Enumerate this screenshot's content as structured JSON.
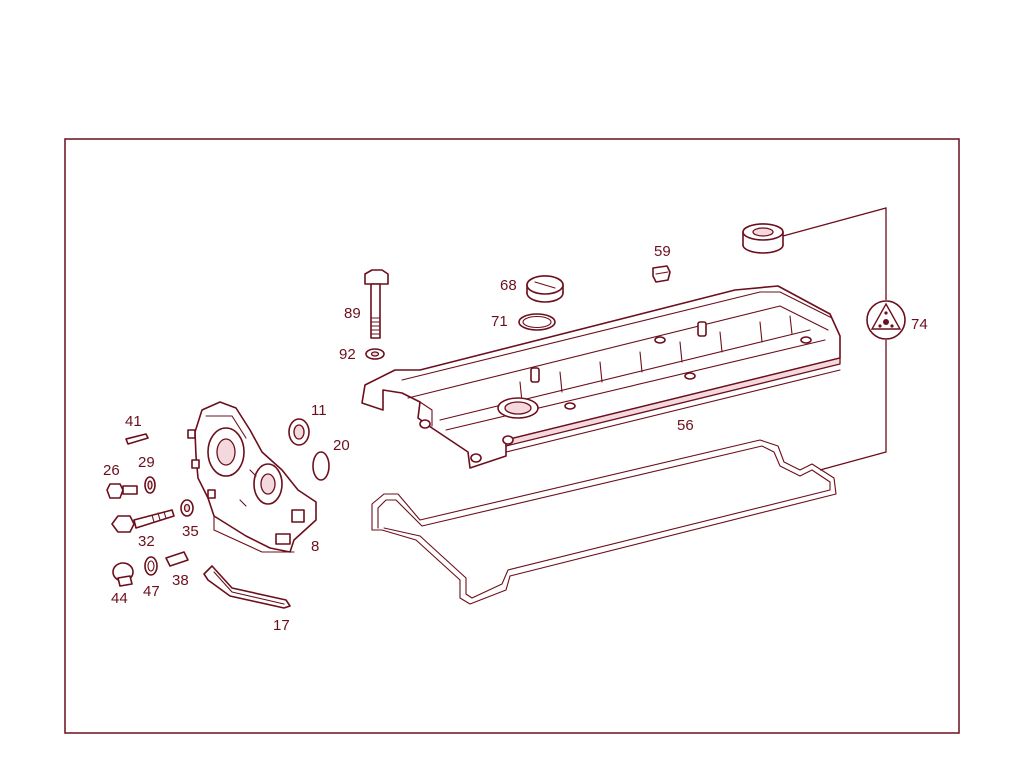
{
  "diagram": {
    "colors": {
      "line": "#6b0f1c",
      "fill": "#ffffff",
      "shade": "#f3d9dd",
      "frame": "#6b0f1c"
    },
    "labels": {
      "p89": "89",
      "p92": "92",
      "p68": "68",
      "p71": "71",
      "p59": "59",
      "p74": "74",
      "p56": "56",
      "p11": "11",
      "p20": "20",
      "p41": "41",
      "p26": "26",
      "p29": "29",
      "p32": "32",
      "p35": "35",
      "p8": "8",
      "p44": "44",
      "p47": "47",
      "p38": "38",
      "p17": "17"
    }
  }
}
